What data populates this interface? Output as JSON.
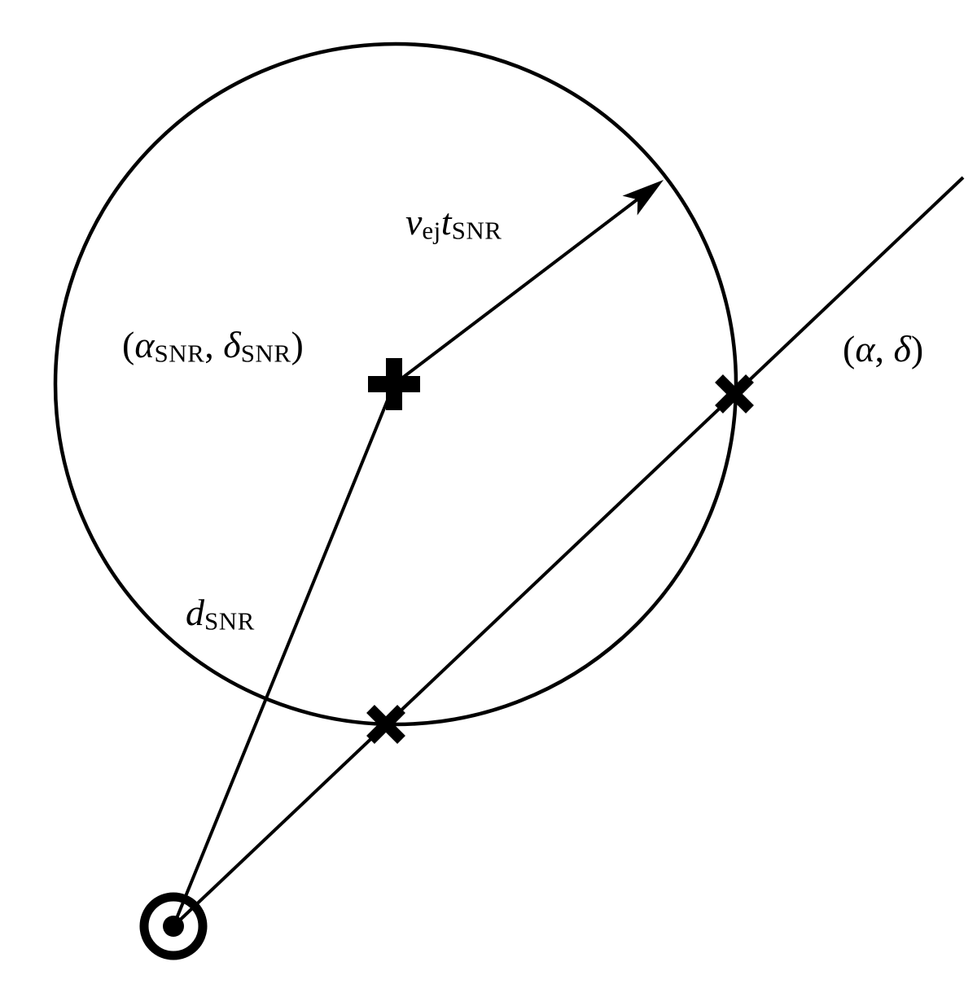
{
  "figure": {
    "name": "supernova-remnant-geometry-diagram",
    "background_color": "#ffffff",
    "ink_color": "#000000"
  },
  "labels": {
    "ejecta_radius": {
      "var1": "v",
      "sub1": "ej",
      "var2": "t",
      "sub2": "SNR"
    },
    "snr_center": {
      "open": "(",
      "var1": "α",
      "sub1": "SNR",
      "comma": ", ",
      "var2": "δ",
      "sub2": "SNR",
      "close": ")"
    },
    "sightline_coords": {
      "open": "(",
      "var1": "α",
      "comma": ", ",
      "var2": "δ",
      "close": ")"
    },
    "snr_distance": {
      "var": "d",
      "sub": "SNR"
    }
  },
  "icons": {
    "center_marker": "plus-marker",
    "near_intersection_marker": "x-marker",
    "far_intersection_marker": "x-marker",
    "observer_marker": "circled-dot-sun-symbol",
    "arrowhead": "filled-triangle-arrowhead"
  }
}
